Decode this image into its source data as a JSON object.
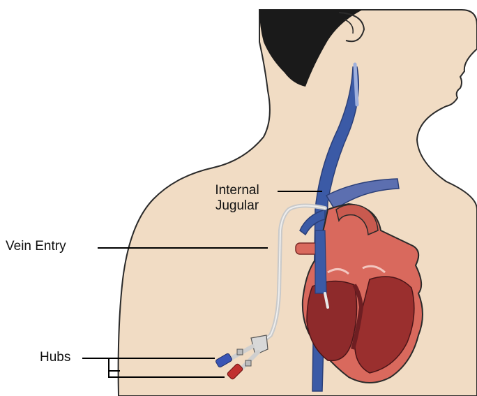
{
  "labels": {
    "internal_jugular_line1": "Internal",
    "internal_jugular_line2": "Jugular",
    "vein_entry": "Vein Entry",
    "hubs": "Hubs"
  },
  "colors": {
    "skin": "#f1dcc4",
    "hair": "#1a1a1a",
    "vein": "#3b5aa6",
    "vein_light": "#6f86c4",
    "heart_outer": "#d9695d",
    "heart_inner": "#9a2f2e",
    "heart_dark": "#6e1e22",
    "catheter": "#c9c9c9",
    "hub_blue": "#3a55b5",
    "hub_red": "#c0302f",
    "leader_line": "#000000"
  }
}
